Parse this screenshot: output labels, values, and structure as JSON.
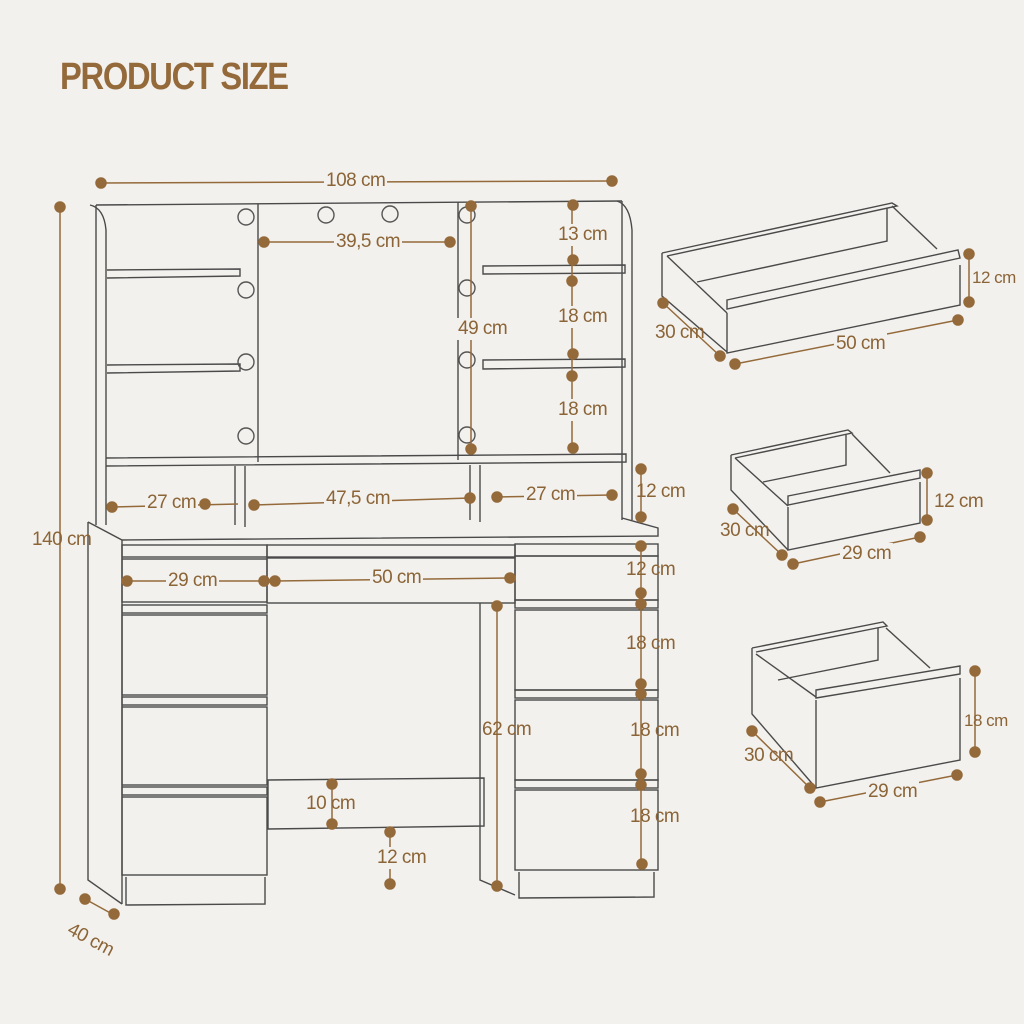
{
  "title": "PRODUCT SIZE",
  "colors": {
    "background": "#f3f1ed",
    "accent": "#946a3b",
    "line": "#444444"
  },
  "vanity": {
    "overall_width": "108 cm",
    "overall_height": "140 cm",
    "depth": "40 cm",
    "mirror_width": "39,5 cm",
    "hutch_height": "49 cm",
    "shelf_top_gap": "13 cm",
    "shelf_gap_1": "18 cm",
    "shelf_gap_2": "18 cm",
    "left_cubby_width": "27 cm",
    "center_cubby_width": "47,5 cm",
    "right_cubby_width": "27 cm",
    "cubby_height": "12 cm",
    "side_drawer_width": "29 cm",
    "center_drawer_width": "50 cm",
    "top_drawer_height": "12 cm",
    "drawer_height_1": "18 cm",
    "drawer_height_2": "18 cm",
    "drawer_height_3": "18 cm",
    "knee_height": "62 cm",
    "back_panel_height": "10 cm",
    "back_panel_clearance": "12 cm"
  },
  "drawers": [
    {
      "name": "center-drawer",
      "depth": "30 cm",
      "width": "50 cm",
      "height": "12 cm"
    },
    {
      "name": "small-side-drawer",
      "depth": "30 cm",
      "width": "29 cm",
      "height": "12 cm"
    },
    {
      "name": "large-side-drawer",
      "depth": "30 cm",
      "width": "29 cm",
      "height": "18 cm"
    }
  ]
}
